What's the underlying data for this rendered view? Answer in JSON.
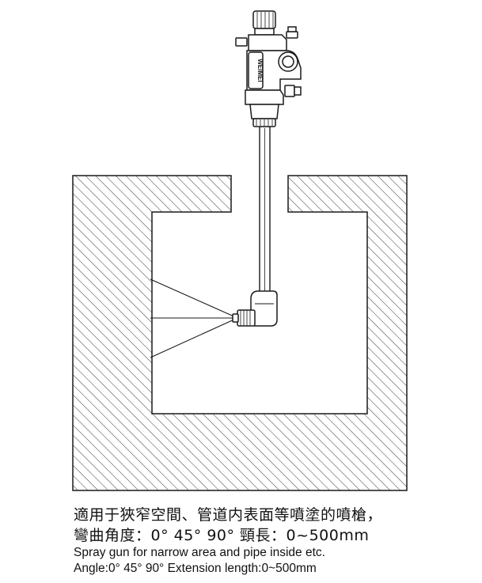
{
  "diagram": {
    "brand": "WEIMEI",
    "angles": [
      "0°",
      "45°",
      "90°"
    ]
  },
  "caption": {
    "zh_line1": "適用于狹窄空間、管道内表面等噴塗的噴槍，",
    "zh_line2": "彎曲角度：0°   45°   90°    頸長：0~500mm",
    "en_line1": "Spray gun for narrow area and pipe inside etc.",
    "en_line2": "Angle:0°    45°    90°    Extension length:0~500mm"
  },
  "colors": {
    "stroke": "#1a1a1a",
    "background": "#ffffff"
  }
}
